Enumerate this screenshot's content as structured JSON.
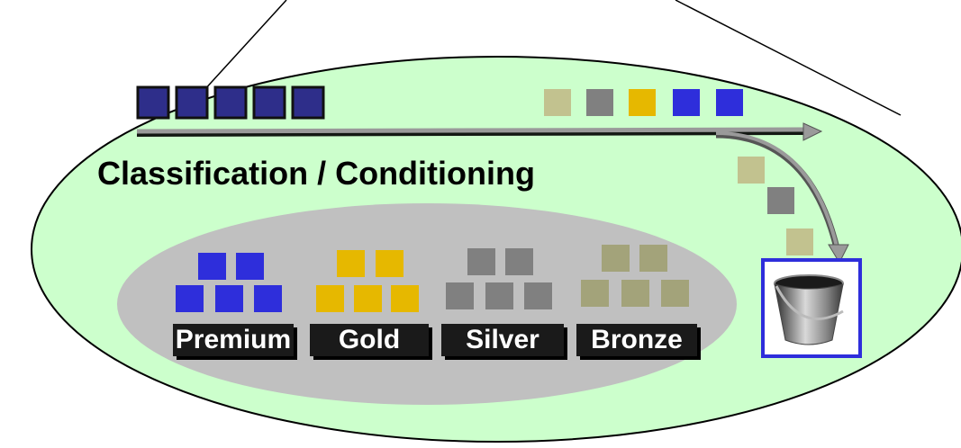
{
  "diagram": {
    "title": "Classification / Conditioning",
    "classes": [
      {
        "id": "premium",
        "label": "Premium",
        "color": "#2e2edb"
      },
      {
        "id": "gold",
        "label": "Gold",
        "color": "#e6b800"
      },
      {
        "id": "silver",
        "label": "Silver",
        "color": "#808080"
      },
      {
        "id": "bronze",
        "label": "Bronze",
        "color": "#a3a37a"
      }
    ],
    "incoming_packets": [
      "#c2c28f",
      "#808080",
      "#e6b800",
      "#2e2edb",
      "#2e2edb"
    ],
    "dropped_packets": [
      "#c2c28f",
      "#808080",
      "#c2c28f"
    ],
    "queued_color": "#2e2e8a",
    "colors": {
      "outer_ellipse": "#ccffcc",
      "inner_ellipse": "#c0c0c0",
      "arrow": "#8c8c8c",
      "bucket_frame": "#2e2edb"
    },
    "icons": {
      "drop": "bucket-icon"
    }
  }
}
